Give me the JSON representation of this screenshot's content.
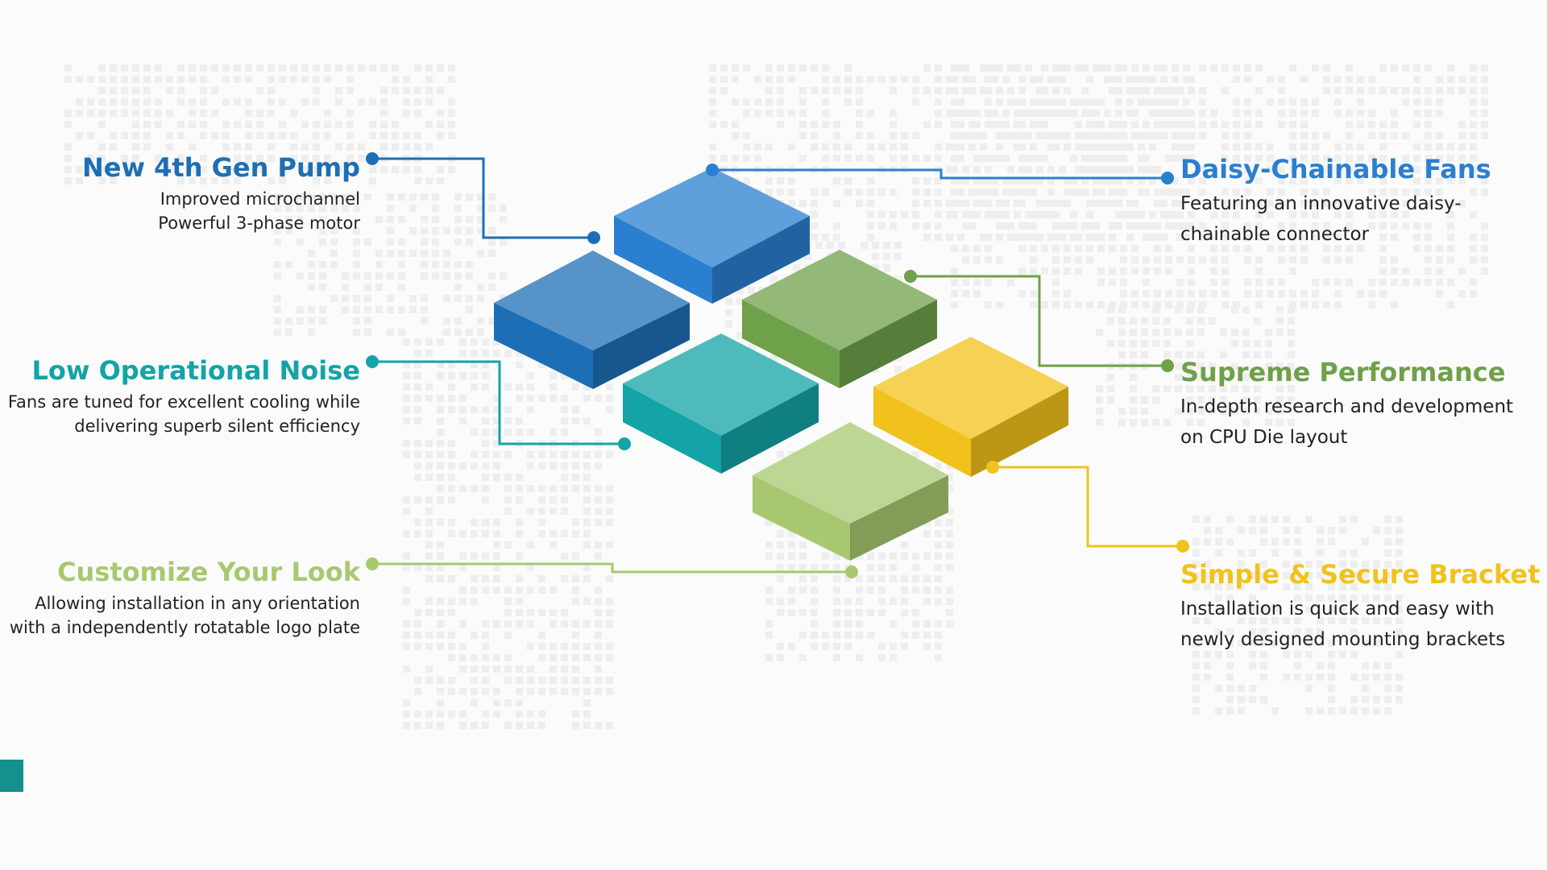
{
  "colors": {
    "background": "#fbfbfb",
    "map_dots": "#eeeeee",
    "pump": "#1d6fb5",
    "fans": "#2a7fd0",
    "noise": "#14a3a6",
    "performance": "#6fa04a",
    "customize": "#a8c870",
    "bracket": "#f1c21b",
    "accent_square": "#14908e"
  },
  "features": {
    "pump": {
      "title": "New 4th Gen Pump",
      "desc": [
        "Improved microchannel",
        "Powerful 3-phase motor"
      ]
    },
    "noise": {
      "title": "Low Operational Noise",
      "desc": [
        "Fans are tuned for excellent cooling while",
        "delivering superb silent efficiency"
      ]
    },
    "customize": {
      "title": "Customize Your Look",
      "desc": [
        "Allowing installation in any orientation",
        "with a independently rotatable logo plate"
      ]
    },
    "fans": {
      "title": "Daisy-Chainable Fans",
      "desc": [
        "Featuring an innovative daisy-",
        "chainable connector"
      ]
    },
    "performance": {
      "title": "Supreme Performance",
      "desc": [
        "In-depth research and development",
        "on CPU Die layout"
      ]
    },
    "bracket": {
      "title": "Simple & Secure Bracket",
      "desc": [
        "Installation is quick and easy with",
        "newly designed mounting brackets"
      ]
    }
  },
  "blocks": [
    {
      "id": "pump",
      "color": "#1d6fb5",
      "icon": "cube-block"
    },
    {
      "id": "fans",
      "color": "#2a7fd0",
      "icon": "cube-block"
    },
    {
      "id": "noise",
      "color": "#14a3a6",
      "icon": "cube-block"
    },
    {
      "id": "performance",
      "color": "#6fa04a",
      "icon": "cube-block"
    },
    {
      "id": "customize",
      "color": "#a8c870",
      "icon": "cube-block"
    },
    {
      "id": "bracket",
      "color": "#f1c21b",
      "icon": "cube-block"
    }
  ]
}
